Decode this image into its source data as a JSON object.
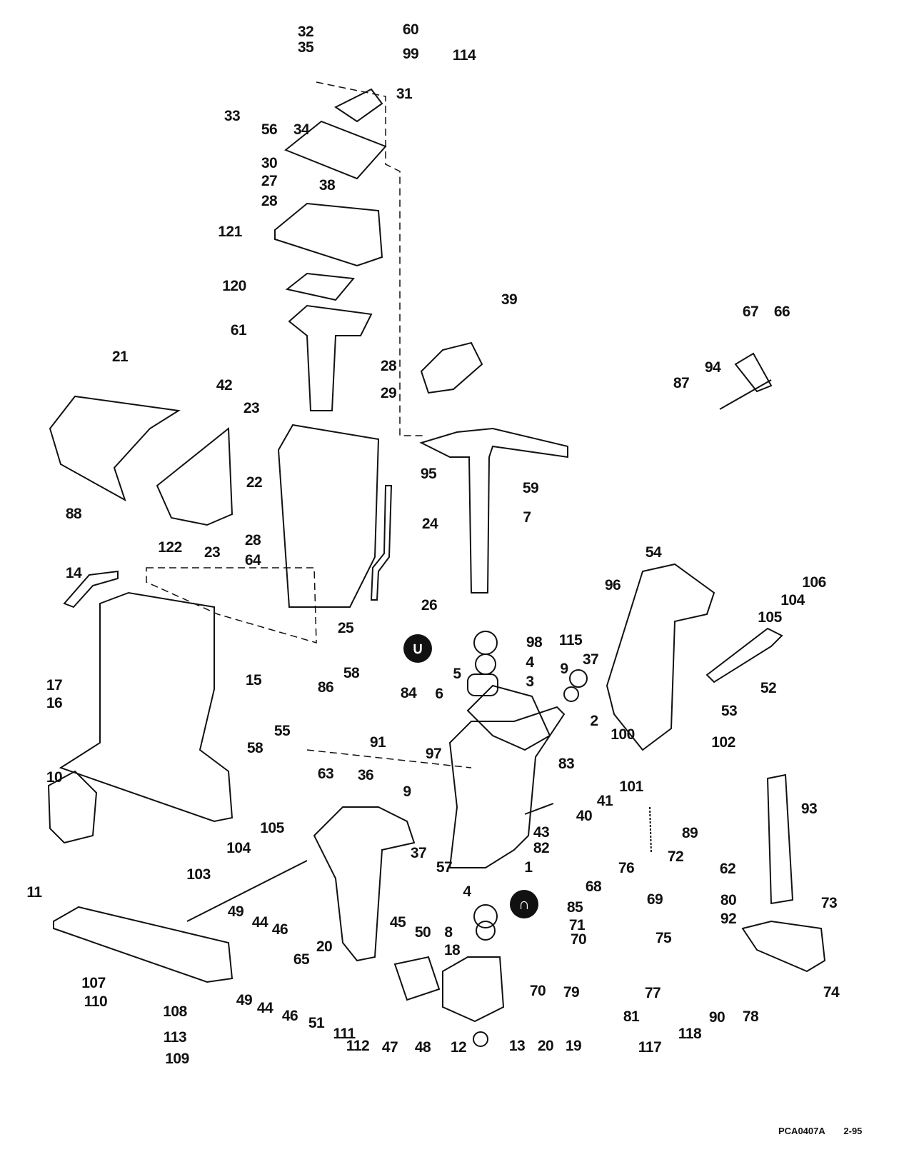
{
  "diagram": {
    "callouts": [
      "32",
      "35",
      "60",
      "99",
      "114",
      "33",
      "56",
      "34",
      "31",
      "30",
      "27",
      "38",
      "28",
      "121",
      "120",
      "61",
      "39",
      "28",
      "29",
      "21",
      "42",
      "23",
      "22",
      "95",
      "59",
      "7",
      "24",
      "88",
      "122",
      "23",
      "28",
      "64",
      "14",
      "54",
      "96",
      "106",
      "104",
      "105",
      "115",
      "98",
      "4",
      "37",
      "9",
      "5",
      "3",
      "26",
      "25",
      "58",
      "86",
      "84",
      "6",
      "17",
      "16",
      "15",
      "52",
      "53",
      "2",
      "100",
      "55",
      "91",
      "58",
      "97",
      "83",
      "102",
      "101",
      "41",
      "93",
      "63",
      "36",
      "10",
      "9",
      "40",
      "43",
      "89",
      "105",
      "104",
      "37",
      "57",
      "1",
      "82",
      "72",
      "62",
      "76",
      "11",
      "103",
      "68",
      "69",
      "80",
      "73",
      "49",
      "44",
      "46",
      "45",
      "50",
      "4",
      "85",
      "71",
      "92",
      "70",
      "75",
      "8",
      "65",
      "20",
      "18",
      "74",
      "107",
      "79",
      "70",
      "77",
      "90",
      "110",
      "108",
      "49",
      "44",
      "46",
      "51",
      "111",
      "81",
      "117",
      "118",
      "78",
      "113",
      "112",
      "47",
      "48",
      "12",
      "13",
      "20",
      "19",
      "109",
      "67",
      "66",
      "94",
      "87"
    ],
    "symbols": [
      "sealant-symbol",
      "lubricant-symbol"
    ],
    "line_color": "#111111"
  },
  "footer": {
    "code": "PCA0407A",
    "date": "2-95"
  }
}
